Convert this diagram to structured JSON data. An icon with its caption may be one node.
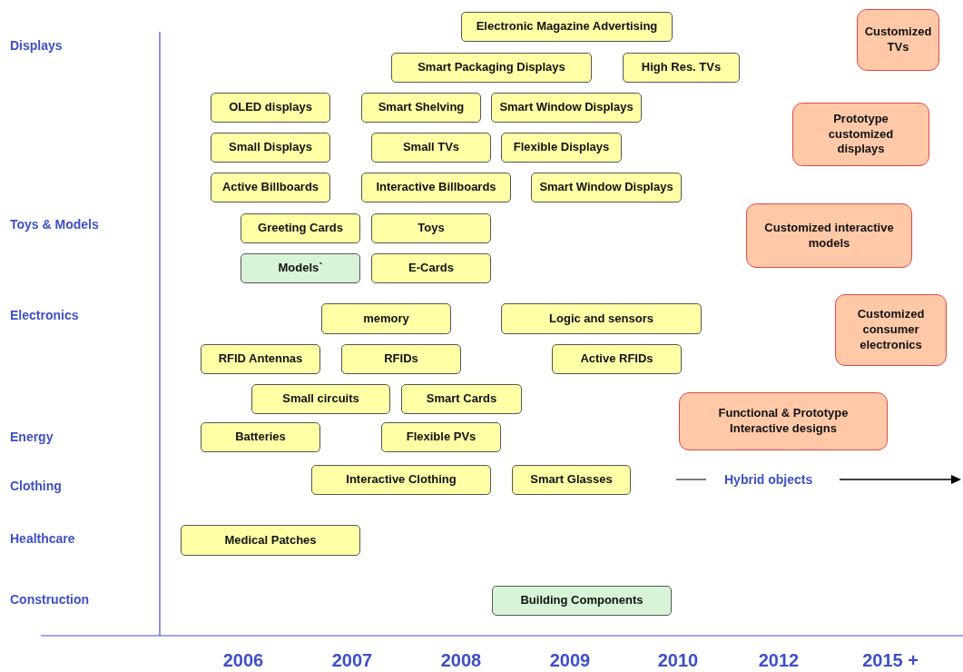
{
  "diagram": {
    "nodes": [
      {
        "text": [
          "Electronic Magazine Advertising"
        ]
      },
      {
        "text": [
          "Smart Packaging Displays"
        ]
      },
      {
        "text": [
          "High Res. TVs"
        ]
      },
      {
        "text": [
          "Customized TVs"
        ]
      },
      {
        "text": [
          "OLED displays"
        ]
      },
      {
        "text": [
          "Smart Shelving"
        ]
      },
      {
        "text": [
          "Smart Window Displays"
        ]
      },
      {
        "text": [
          "Prototype customized displays"
        ]
      },
      {
        "text": [
          "Small Displays"
        ]
      },
      {
        "text": [
          "Small TVs"
        ]
      },
      {
        "text": [
          "Flexible Displays"
        ]
      },
      {
        "text": [
          "Active Billboards"
        ]
      },
      {
        "text": [
          "Interactive Billboards"
        ]
      },
      {
        "text": [
          "Smart Window Displays"
        ]
      },
      {
        "text": [
          "Customized interactive models"
        ]
      },
      {
        "text": [
          "Greeting Cards"
        ]
      },
      {
        "text": [
          "Toys"
        ]
      },
      {
        "text": [
          "Models`"
        ]
      },
      {
        "text": [
          "E-Cards"
        ]
      },
      {
        "text": [
          "Customized consumer electronics"
        ]
      },
      {
        "text": [
          "memory"
        ]
      },
      {
        "text": [
          "Logic and sensors"
        ]
      },
      {
        "text": [
          "RFID Antennas"
        ]
      },
      {
        "text": [
          "RFIDs"
        ]
      },
      {
        "text": [
          "Active RFIDs"
        ]
      },
      {
        "text": [
          "Small circuits"
        ]
      },
      {
        "text": [
          "Smart Cards"
        ]
      },
      {
        "text": [
          "Functional & Prototype Interactive designs"
        ]
      },
      {
        "text": [
          "Batteries"
        ]
      },
      {
        "text": [
          "Flexible PVs"
        ]
      },
      {
        "text": [
          "Interactive Clothing"
        ]
      },
      {
        "text": [
          "Smart Glasses"
        ]
      },
      {
        "text": [
          "Medical Patches"
        ]
      },
      {
        "text": [
          "Building Components"
        ]
      }
    ],
    "labels": [
      "Displays",
      "Toys & Models",
      "Electronics",
      "Energy",
      "Clothing",
      "Hybrid objects",
      "Healthcare",
      "Construction",
      "2006",
      "2007",
      "2008",
      "2009",
      "2010",
      "2012",
      "2015 +"
    ]
  }
}
